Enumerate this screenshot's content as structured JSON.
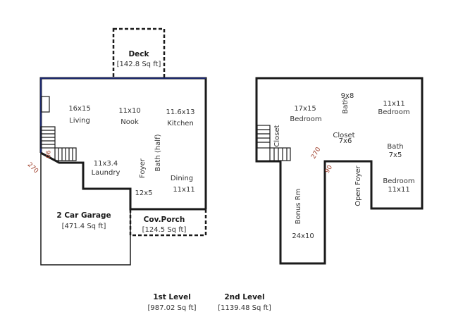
{
  "deck": {
    "name": "Deck",
    "area": "[142.8 Sq ft]"
  },
  "level1": {
    "rooms": {
      "living_dim": "16x15",
      "living": "Living",
      "nook_dim": "11x10",
      "nook": "Nook",
      "kitchen_dim": "11.6x13",
      "kitchen": "Kitchen",
      "laundry_dim": "11x3.4",
      "laundry": "Laundry",
      "foyer": "Foyer",
      "bath_half": "Bath (half)",
      "dining": "Dining",
      "dining_dim": "11x11",
      "hall_dim": "12x5"
    },
    "angle": "270",
    "stair_mark": "90",
    "garage": {
      "name": "2 Car Garage",
      "area": "[471.4 Sq ft]"
    },
    "porch": {
      "name": "Cov.Porch",
      "area": "[124.5 Sq ft]"
    }
  },
  "level2": {
    "rooms": {
      "bedroom1_dim": "17x15",
      "bedroom1": "Bedroom",
      "bath1_dim": "9x8",
      "bath1": "Bath",
      "bedroom2_dim": "11x11",
      "bedroom2": "Bedroom",
      "closet_stair": "Closet",
      "closet": "Closet",
      "closet_dim": "7x6",
      "bath2": "Bath",
      "bath2_dim": "7x5",
      "bonus": "Bonus Rm",
      "bonus_dim": "24x10",
      "open_foyer": "Open Foyer",
      "bedroom3": "Bedroom",
      "bedroom3_dim": "11x11"
    },
    "angle_a": "270",
    "angle_b": "90"
  },
  "legend": {
    "level1": "1st Level",
    "level1_area": "[987.02 Sq ft]",
    "level2": "2nd Level",
    "level2_area": "[1139.48 Sq ft]"
  }
}
